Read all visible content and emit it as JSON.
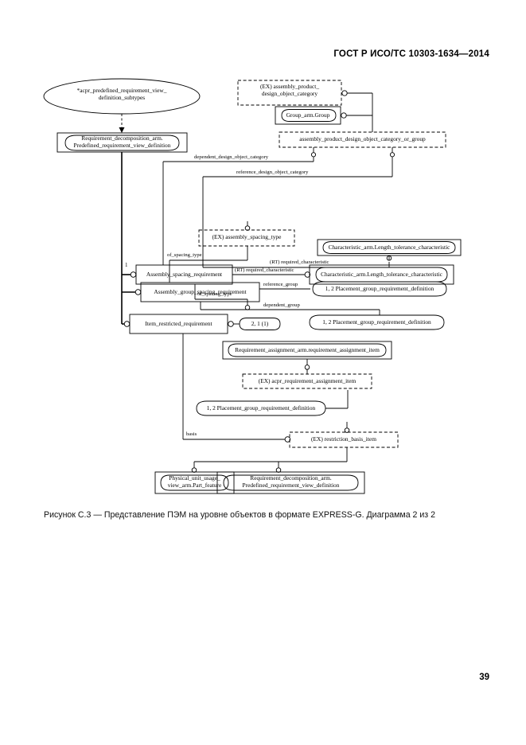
{
  "document": {
    "header": "ГОСТ Р ИСО/ТС 10303-1634—2014",
    "page_number": "39",
    "figure_caption": "Рисунок С.3 — Представление ПЭМ на уровне объектов в формате EXPRESS-G. Диаграмма 2 из 2"
  },
  "diagram": {
    "type": "EXPRESS-G entity level diagram",
    "nodes": {
      "subtype_oval": {
        "line1": "*acpr_predefined_requirement_view_",
        "line2": "definition_subtypes"
      },
      "requirement_decomposition_top": {
        "line1": "Requirement_decomposition_arm.",
        "line2": "Predefined_requirement_view_definition"
      },
      "assembly_product_design_object_category": {
        "line1": "(EX) assembly_product_",
        "line2": "design_object_category"
      },
      "group_arm_group": {
        "line1": "Group_arm.Group"
      },
      "assembly_product_design_object_category_or_group": {
        "line1": "assembly_product_design_object_category_or_group"
      },
      "assembly_spacing_requirement": {
        "line1": "Assembly_spacing_requirement"
      },
      "characteristic_length_tolerance_1": {
        "line1": "Characteristic_arm.Length_tolerance_characteristic"
      },
      "assembly_spacing_type": {
        "line1": "(EX) assembly_spacing_type"
      },
      "characteristic_length_tolerance_2": {
        "line1": "Characteristic_arm.Length_tolerance_characteristic"
      },
      "assembly_group_spacing_requirement": {
        "line1": "Assembly_group_spacing_requirement"
      },
      "placement_group_requirement_definition_1": {
        "line1": "1, 2 Placement_group_requirement_definition"
      },
      "placement_group_requirement_definition_2": {
        "line1": "1, 2 Placement_group_requirement_definition"
      },
      "item_restricted_requirement": {
        "line1": "Item_restricted_requirement"
      },
      "page_ref_2_1": {
        "line1": "2, 1 (1)"
      },
      "requirement_assignment_item": {
        "line1": "Requirement_assignment_arm.requirement_assignment_item"
      },
      "acpr_requirement_assignment_item": {
        "line1": "(EX) acpr_requirement_assignment_item"
      },
      "placement_group_requirement_definition_3": {
        "line1": "1, 2 Placement_group_requirement_definition"
      },
      "restriction_basis_item": {
        "line1": "(EX) restriction_basis_item"
      },
      "physical_unit_usage_view": {
        "line1": "Physical_unit_usage_",
        "line2": "view_arm.Part_feature"
      },
      "requirement_decomposition_bottom": {
        "line1": "Requirement_decomposition_arm.",
        "line2": "Predefined_requirement_view_definition"
      }
    },
    "edge_labels": {
      "dependent_design_object_category": "dependent_design_object_category",
      "reference_design_object_category": "reference_design_object_category",
      "required_characteristic_1": "(RT) required_characteristic",
      "of_spacing_type_1": "of_spacing_type",
      "of_spacing_type_2": "of_spacing_type",
      "required_characteristic_2": "(RT) required_characteristic",
      "reference_group": "reference_group",
      "dependent_group": "dependent_group",
      "basis": "basis"
    },
    "cardinalities": {
      "assembly_spacing_requirement_index": "1"
    },
    "colors": {
      "line": "#000000",
      "background": "#ffffff"
    }
  }
}
